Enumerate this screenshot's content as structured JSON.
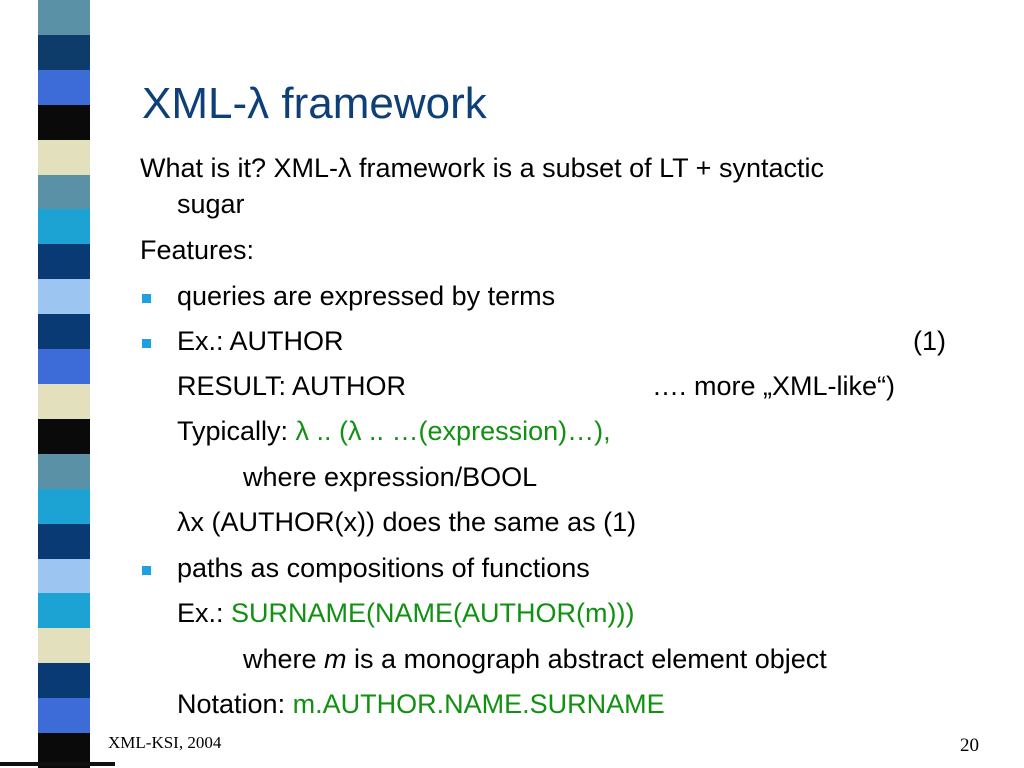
{
  "colors": {
    "stripe": [
      "#5a91a7",
      "#0e3c6a",
      "#3d6bd8",
      "#0a0a0a",
      "#e3e1bd",
      "#5a91a7",
      "#1da2d4",
      "#0a3a74",
      "#9dc5f2",
      "#0a3a74",
      "#3d6bd8",
      "#e3e1bd",
      "#0a0a0a",
      "#5a91a7",
      "#1da2d4",
      "#0a3a74",
      "#9dc5f2",
      "#1da2d4",
      "#e3e1bd",
      "#0a3a74",
      "#3d6bd8",
      "#0a0a0a"
    ],
    "title": "#0f3f78",
    "highlight": "#119011",
    "bullet": "#1fa0e0"
  },
  "slide": {
    "title": "XML-λ framework",
    "intro_1": "What is it? XML-λ framework is a subset of LT + syntactic",
    "intro_2": "sugar",
    "features": "Features:",
    "bullet_1": "queries are expressed by terms",
    "ex1_a": "Ex.: AUTHOR",
    "ex1_num": "(1)",
    "result_a": "RESULT: AUTHOR",
    "result_b": "…. more „XML-like“)",
    "typ_label": "Typically: ",
    "typ_expr": "λ .. (λ .. …(expression)…),",
    "where_1": "where expression/BOOL",
    "lambda_x": "λx (AUTHOR(x)) does the same as (1)",
    "bullet_2": "paths as compositions of functions",
    "ex2_label": "Ex.: ",
    "ex2_expr": "SURNAME(NAME(AUTHOR(m)))",
    "where_2_a": "where ",
    "where_2_m": "m",
    "where_2_b": " is a monograph abstract element object",
    "notation_label": "Notation: ",
    "notation_expr": "m.AUTHOR.NAME.SURNAME"
  },
  "footer": {
    "left": "XML-KSI, 2004",
    "page": "20"
  }
}
